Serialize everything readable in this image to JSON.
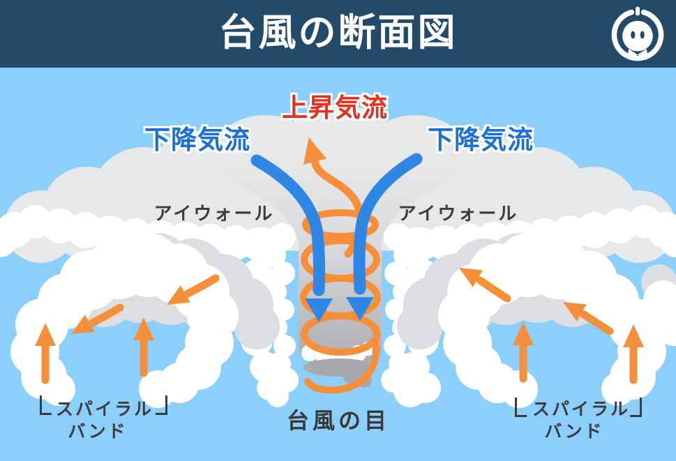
{
  "header": {
    "title": "台風の断面図",
    "logo": "weathernews-mascot-icon",
    "bg_color": "#234a68"
  },
  "diagram": {
    "sky_color": "#8dcffc",
    "cloud_gray": "#e7e8ea",
    "labels": {
      "updraft": {
        "text": "上昇気流",
        "color": "#e5311f"
      },
      "downdraft_left": {
        "text": "下降気流",
        "color": "#1b6fd6"
      },
      "downdraft_right": {
        "text": "下降気流",
        "color": "#1b6fd6"
      },
      "eyewall_left": {
        "text": "アイウォール",
        "color": "#3c3c3e"
      },
      "eyewall_right": {
        "text": "アイウォール",
        "color": "#3c3c3e"
      },
      "eye": {
        "text": "台風の目",
        "color": "#39393b"
      },
      "spiral_band_left": {
        "line1": "スパイラル",
        "line2": "バンド"
      },
      "spiral_band_right": {
        "line1": "スパイラル",
        "line2": "バンド"
      }
    },
    "arrows": {
      "updraft_color": "#f68f39",
      "downdraft_color": "#2e86e5"
    }
  }
}
